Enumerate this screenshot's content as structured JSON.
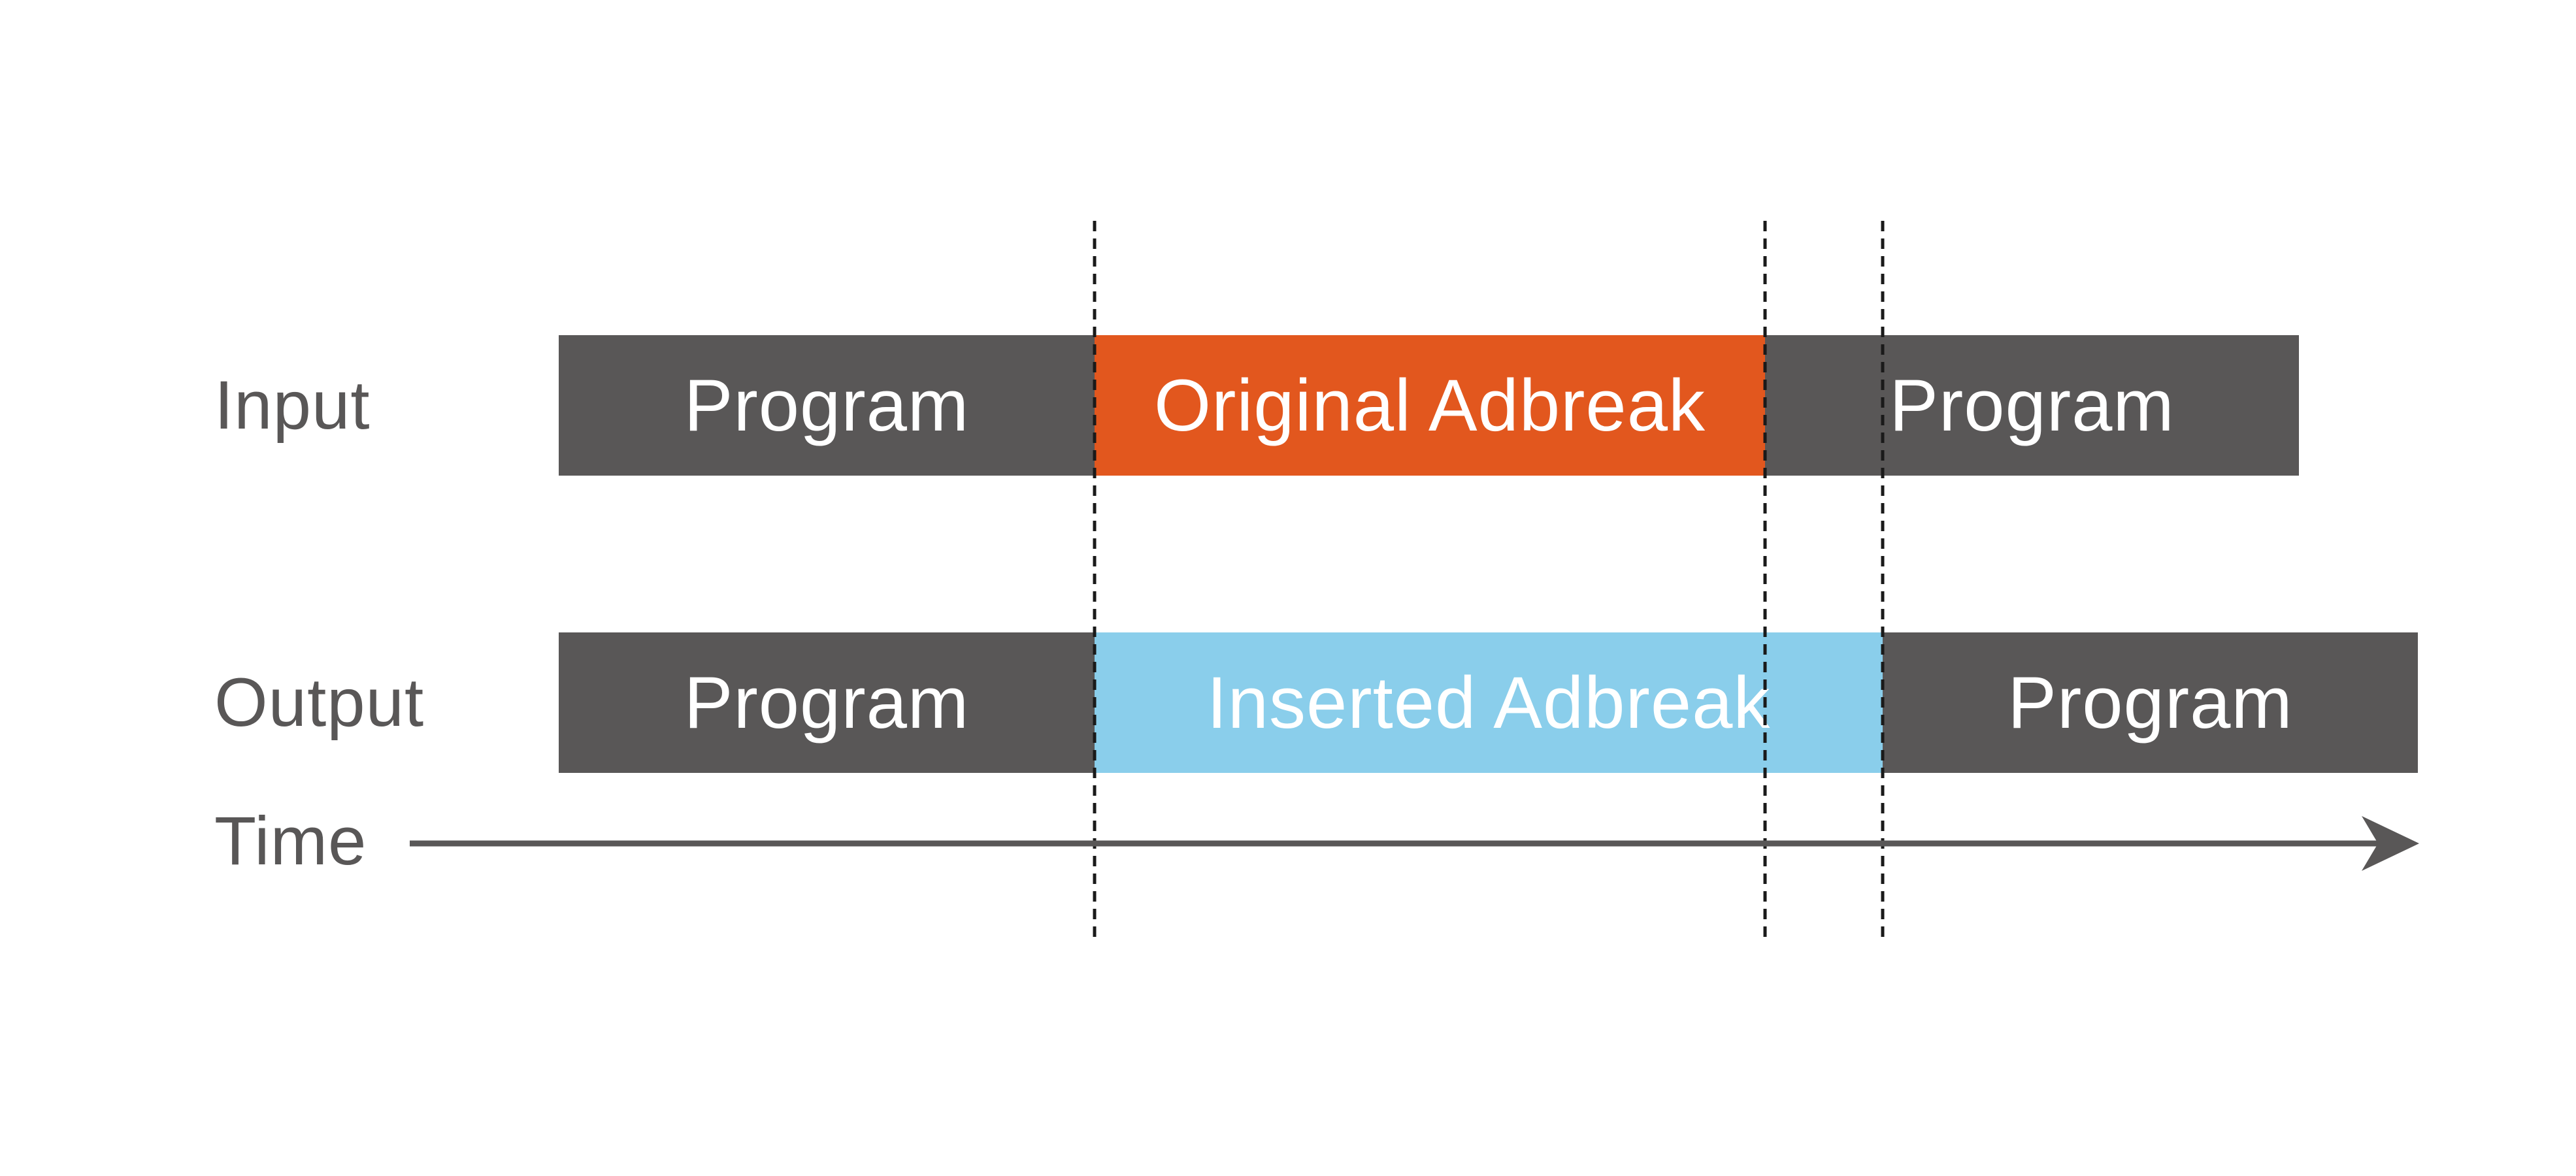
{
  "diagram": {
    "input_row": {
      "label": "Input",
      "segments": [
        {
          "text": "Program"
        },
        {
          "text": "Original Adbreak"
        },
        {
          "text": "Program"
        }
      ]
    },
    "output_row": {
      "label": "Output",
      "segments": [
        {
          "text": "Program"
        },
        {
          "text": "Inserted Adbreak"
        },
        {
          "text": "Program"
        }
      ]
    },
    "axis_label": "Time"
  },
  "colors": {
    "program_bar": "#595757",
    "original_adbreak_bar": "#E2571E",
    "inserted_adbreak_bar": "#8ACEEB",
    "bar_text": "#FFFFFF",
    "label_text": "#595757",
    "axis": "#595757",
    "boundary_line": "#1A1A1A"
  }
}
